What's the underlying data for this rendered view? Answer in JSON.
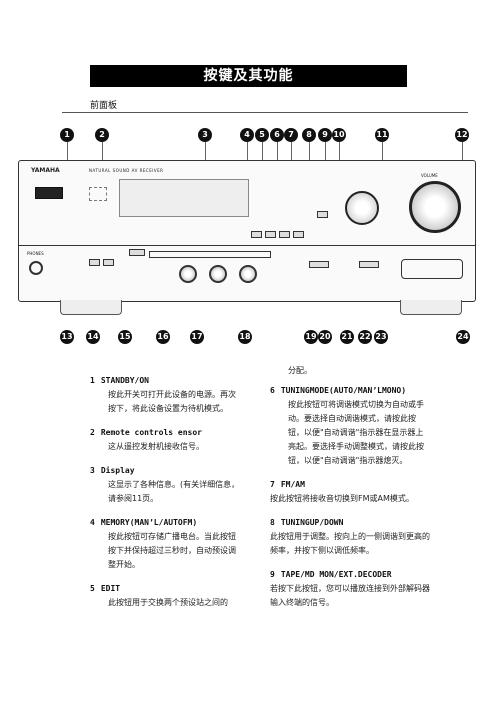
{
  "header": {
    "title": "按键及其功能",
    "subtitle": "前面板"
  },
  "diagram": {
    "brand": "YAMAHA",
    "model": "NATURAL SOUND AV RECEIVER",
    "volume_label": "VOLUME",
    "phones_label": "PHONES",
    "top_callouts": [
      "1",
      "2",
      "3",
      "4",
      "5",
      "6",
      "7",
      "8",
      "9",
      "10",
      "11",
      "12"
    ],
    "bottom_callouts": [
      "13",
      "14",
      "15",
      "16",
      "17",
      "18",
      "19",
      "20",
      "21",
      "22",
      "23",
      "24"
    ]
  },
  "items_left": [
    {
      "num": "1",
      "head": "STANDBY/ON",
      "text": "按此开关可打开此设备的电源。再次按下，将此设备设置为待机模式。"
    },
    {
      "num": "2",
      "head": "Remote controls ensor",
      "text": "这从遥控发射机接收信号。"
    },
    {
      "num": "3",
      "head": "Display",
      "text": "这显示了各种信息。(有关详细信息，请参阅11页。"
    },
    {
      "num": "4",
      "head": "MEMORY(MAN’L/AUTOFM)",
      "text": "按此按钮可存储广播电台。当此按钮按下并保持超过三秒时，自动预设调整开始。"
    },
    {
      "num": "5",
      "head": "EDIT",
      "text": "此按钮用于交换两个预设站之间的"
    }
  ],
  "items_right": [
    {
      "num": "",
      "head": "",
      "text": "分配。"
    },
    {
      "num": "6",
      "head": "TUNINGMODE(AUTO/MAN’LMONO)",
      "text": "按此按钮可将调谐模式切换为自动或手动。要选择自动调谐模式，请按此按钮，以便\"自动调谐\"指示器在显示器上亮起。要选择手动调整模式，请按此按钮，以便\"自动调谐\"指示器熄灭。"
    },
    {
      "num": "7",
      "head": "FM/AM",
      "text": "按此按钮将接收音切换到FM或AM模式。"
    },
    {
      "num": "8",
      "head": "TUNINGUP/DOWN",
      "text": "此按钮用于调整。按向上的一侧调谐到更高的频率，并按下侧以调低频率。"
    },
    {
      "num": "9",
      "head": "TAPE/MD MON/EXT.DECODER",
      "text": "若按下此按钮，您可以播放连接到外部解码器输入终端的信号。"
    }
  ]
}
